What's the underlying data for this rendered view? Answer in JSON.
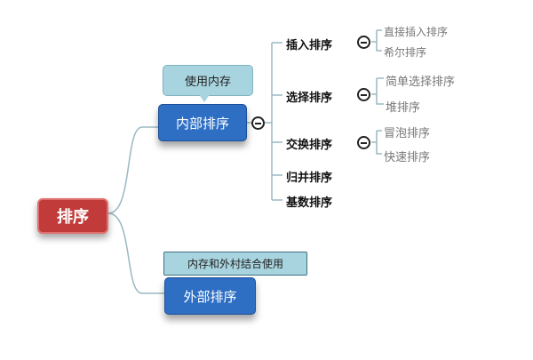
{
  "root": {
    "label": "排序"
  },
  "internal": {
    "label": "内部排序",
    "note": "使用内存",
    "methods": [
      {
        "label": "插入排序",
        "children": [
          "直接插入排序",
          "希尔排序"
        ]
      },
      {
        "label": "选择排序",
        "children": [
          "简单选择排序",
          "堆排序"
        ]
      },
      {
        "label": "交换排序",
        "children": [
          "冒泡排序",
          "快速排序"
        ]
      },
      {
        "label": "归并排序",
        "children": []
      },
      {
        "label": "基数排序",
        "children": []
      }
    ]
  },
  "external": {
    "label": "外部排序",
    "note": "内存和外村结合使用"
  },
  "colors": {
    "root": "#c23b3b",
    "branch": "#2e6fc4",
    "callout": "#a8d4df",
    "connector": "#9ab8c4"
  }
}
